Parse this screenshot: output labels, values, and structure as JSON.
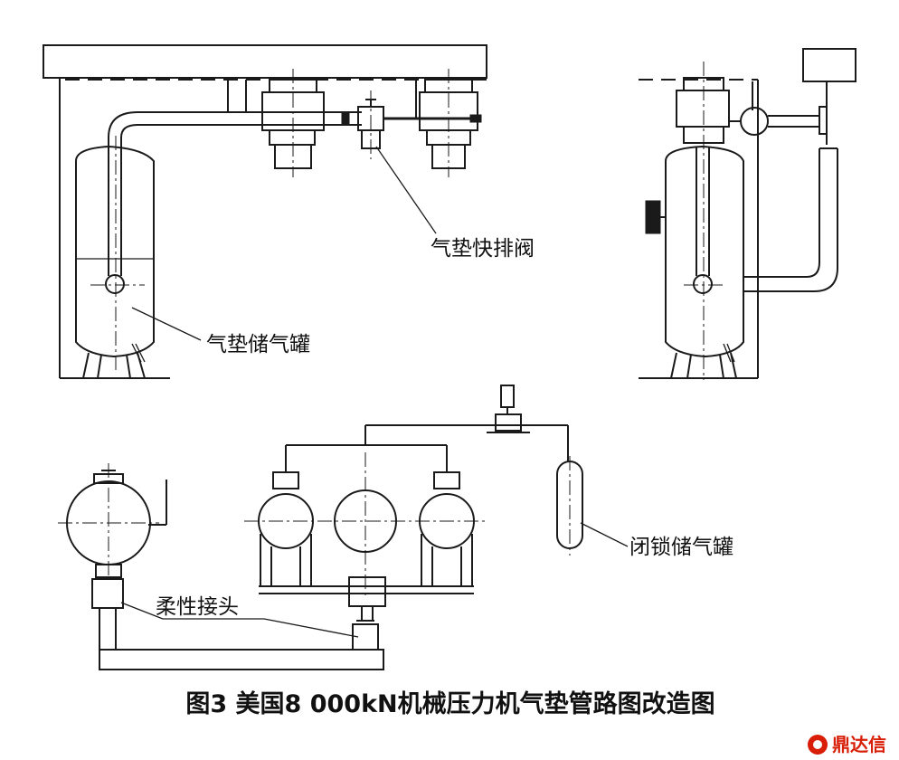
{
  "labels": {
    "quick_exhaust_valve": "气垫快排阀",
    "cushion_tank": "气垫储气罐",
    "lock_tank": "闭锁储气罐",
    "flexible_joint": "柔性接头"
  },
  "caption": "图3 美国8 000kN机械压力机气垫管路图改造图",
  "watermark": {
    "text": "鼎达信",
    "color": "#d81e06"
  }
}
